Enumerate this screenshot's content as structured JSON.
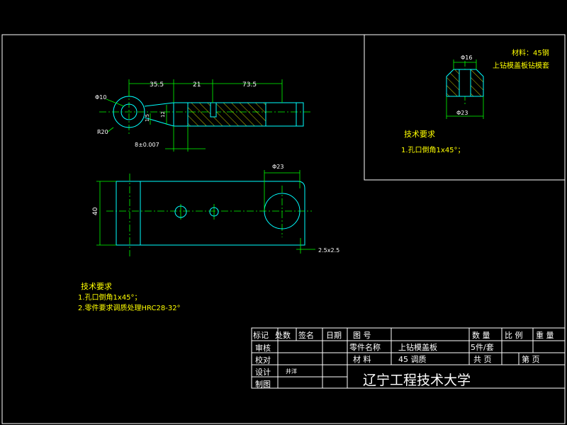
{
  "colors": {
    "background": "#000000",
    "frame": "#ffffff",
    "outline": "#00ffff",
    "dimension": "#00ff00",
    "centerline": "#00ff00",
    "hatch": "#ffff00",
    "text": "#ffff00",
    "title_text": "#ffffff"
  },
  "part_drawing": {
    "dims_top": {
      "d1": "35.5",
      "d2": "21",
      "d3": "73.5",
      "d4": "8±0.007",
      "hole_dia": "Φ10",
      "radius": "R20",
      "small1": "1.5",
      "small2": "12"
    },
    "dims_plan": {
      "height": "40",
      "hole_dia": "Φ23",
      "chamfer": "2.5x2.5"
    },
    "tech_req": {
      "title": "技术要求",
      "items": [
        "1.孔口倒角1x45°；",
        "2.零件要求调质处理HRC28-32°"
      ]
    }
  },
  "bushing_drawing": {
    "material": "材料：45钢",
    "name": "上钻模盖板钻模套",
    "dim_top": "Φ16",
    "dim_bottom": "Φ23",
    "tech_req": {
      "title": "技术要求",
      "items": [
        "1.孔口倒角1x45°；"
      ]
    }
  },
  "title_block": {
    "headers": {
      "mark": "标记",
      "count": "处数",
      "sign": "签名",
      "date": "日期",
      "drawing_no": "图 号"
    },
    "rows": {
      "review": "审核",
      "check": "校对",
      "design": "设计",
      "draw": "制图"
    },
    "designer_name": "井洋",
    "part_name_label": "零件名称",
    "part_name": "上钻模盖板",
    "material_label": "材 料",
    "material": "45 调质",
    "qty_label": "数 量",
    "scale_label": "比 例",
    "weight_label": "重 量",
    "qty": "5件/套",
    "total_pages": "共   页",
    "page_no": "第   页",
    "school": "辽宁工程技术大学"
  }
}
